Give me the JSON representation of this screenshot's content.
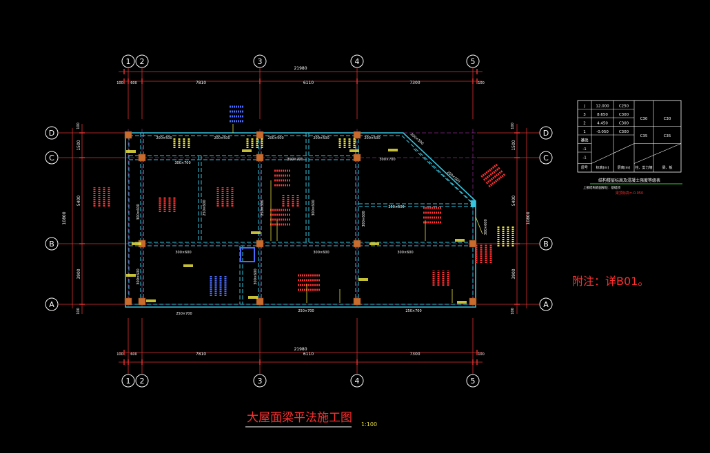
{
  "colors": {
    "background": "#000000",
    "axis": "#e03030",
    "dimension": "#e03030",
    "beam": "#36c6e0",
    "wall": "#36c6e0",
    "column": "#c96b2c",
    "grid_center": "#d040d0",
    "annotation_yellow": "#e8e040",
    "annotation_red": "#ff3030",
    "annotation_blue": "#4a6bff",
    "white": "#ffffff",
    "green_line": "#33cc33"
  },
  "axes_vertical": [
    "1",
    "2",
    "3",
    "4",
    "5"
  ],
  "axes_horizontal": [
    "D",
    "C",
    "B",
    "A"
  ],
  "dims": {
    "total": "21980",
    "spans": [
      "7810",
      "6110",
      "7300"
    ],
    "edge_left": "100",
    "edge_first": "600",
    "edge_right": "100",
    "left_total": "10800",
    "left_spans": [
      "1500",
      "5400",
      "3900"
    ],
    "right_spans": [
      "1500",
      "5400",
      "3900"
    ],
    "left_edge": "100"
  },
  "beams": {
    "top": [
      "200×500",
      "200×500",
      "200×500",
      "200×500"
    ],
    "row_c": [
      "300×700",
      "300×700",
      "300×700"
    ],
    "row_b": [
      "300×600",
      "300×600",
      "300×600"
    ],
    "mid": [
      "250×600",
      "250×500",
      "300×600",
      "300×600"
    ],
    "bottom": [
      "250×700",
      "250×700",
      "250×700"
    ],
    "diag": "200×500"
  },
  "note": "附注：详B01。",
  "title": "大屋面梁平法施工图",
  "scale": "1:100",
  "table": {
    "caption": "结构楼层标高及混凝土强度等级表",
    "subcaption": "上部结构嵌固部位：基础顶",
    "red_note": "梁顶标高=-0.050",
    "rows": [
      [
        "J",
        "12.000",
        "C250",
        "",
        ""
      ],
      [
        "3",
        "8.650",
        "C300",
        "C30",
        "C30"
      ],
      [
        "2",
        "4.450",
        "C300",
        "",
        ""
      ],
      [
        "1",
        "-0.050",
        "C300",
        "C35",
        "C35"
      ],
      [
        "基础",
        "",
        "",
        "",
        ""
      ],
      [
        "-1",
        "",
        "",
        "",
        ""
      ],
      [
        "-1",
        "",
        "",
        "",
        ""
      ]
    ],
    "header": [
      "层号",
      "标高(m)",
      "层高(m)",
      "柱、剪力墙",
      "梁、板"
    ]
  }
}
